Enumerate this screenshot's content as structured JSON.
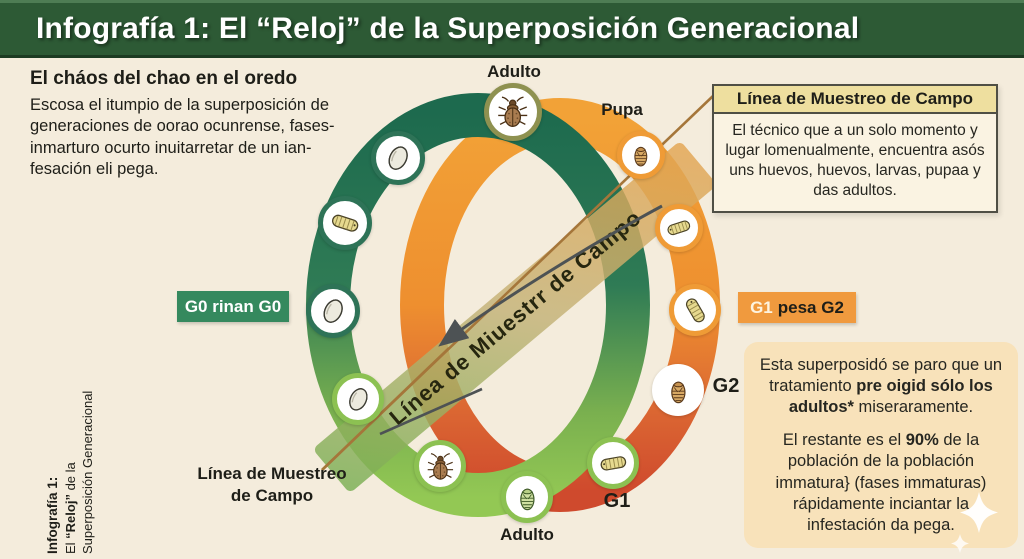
{
  "title": "Infografía 1: El “Reloj” de la Superposición Generacional",
  "intro": {
    "heading": "El cháos del chao en el oredo",
    "body": "Escosa el itumpio de la superposición de generaciones de oorao ocunrense, fases-inmarturo ocurto inuitarretar de un ian-fesación eli pega."
  },
  "sampling_box": {
    "title": "Línea de Muestreo de Campo",
    "body": "El técnico que a un solo momento y lugar lomenualmente, encuentra asós uns huevos, huevos, larvas, pupaa y das adultos."
  },
  "band_label": "Línea de Miuestrr de Campo",
  "sampling_label": "Línea de Muestreo de Campo",
  "badges": {
    "g0": "G0 rinan G0",
    "g1_prefix": "G1",
    "g1_rest": "pesa G2"
  },
  "cycle_labels": {
    "top_adult": "Adulto",
    "pupa": "Pupa",
    "g2": "G2",
    "g1": "G1",
    "bottom_adult": "Adulto"
  },
  "result_box": {
    "p1_pre": "Esta superposidó se paro que un tratamiento ",
    "p1_bold": "pre oigid sólo los adultos*",
    "p1_post": " miseraramente.",
    "p2_pre": "El restante es  el ",
    "p2_bold": "90%",
    "p2_post": " de la población de la población immatura} (fases immaturas) rápidamente inciantar la infestación da pega."
  },
  "side_caption": {
    "line1": "Infografía 1:",
    "line2_pre": "El ",
    "line2_bold": "“Reloj”",
    "line2_post": " de la",
    "line3": "Superposición Generacional"
  },
  "icons": {
    "adult": "beetle-icon",
    "pupa": "pupa-icon",
    "larva": "larva-icon",
    "egg": "egg-icon",
    "sparkle": "sparkle-icon",
    "flow_arrow": "curved-arrow-icon"
  },
  "colors": {
    "title_bar": "#2d5a35",
    "background": "#f4ecdc",
    "dark_green_arc": "#1f6b4f",
    "light_green_arc": "#93c854",
    "orange_arc": "#f2a237",
    "red_arc": "#cf4a2d",
    "g0_badge": "#35895e",
    "g1_badge": "#f09a3e",
    "box_header": "#eedf9f",
    "box_body": "#faf3e2",
    "result_box": "#f8e2ba",
    "sampling_line": "#a5763a",
    "arrow_gray": "#4d5254",
    "band_text": "#26260f"
  }
}
